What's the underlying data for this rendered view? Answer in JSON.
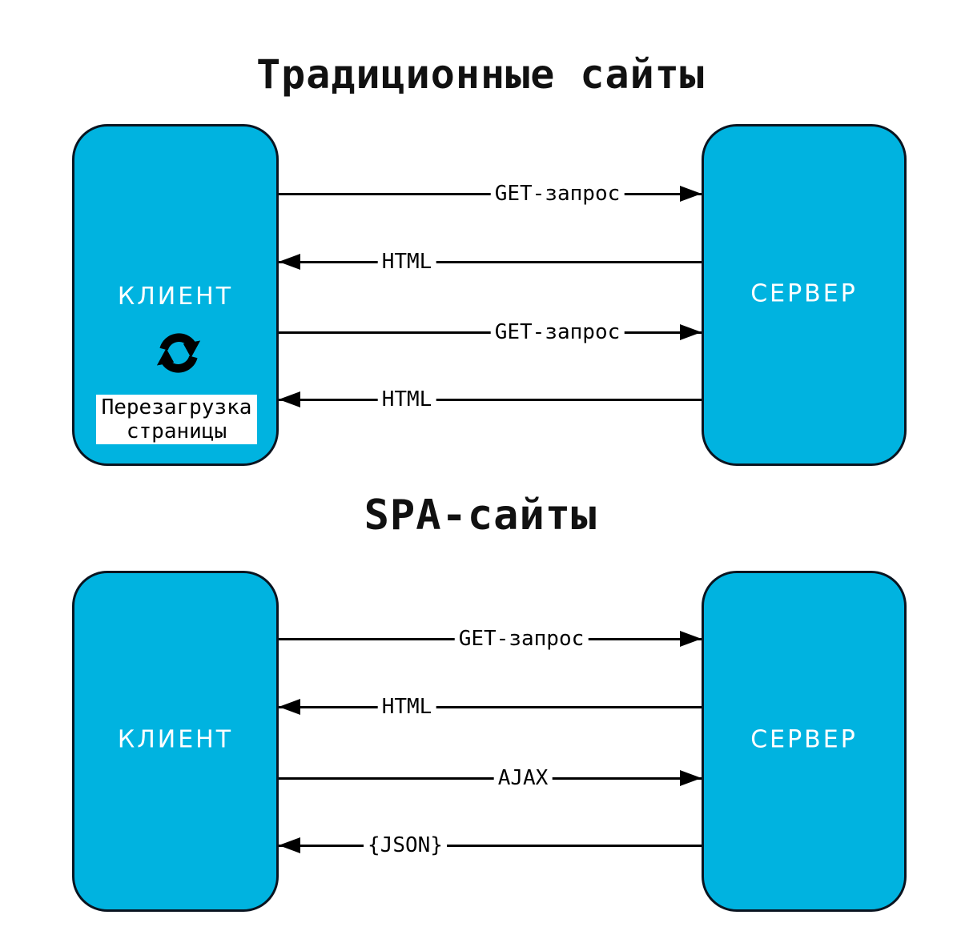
{
  "traditional": {
    "title": "Традиционные сайты",
    "client": {
      "label": "КЛИЕНТ",
      "reload_icon": "refresh-icon",
      "note_line1": "Перезагрузка",
      "note_line2": "страницы"
    },
    "server": {
      "label": "СЕРВЕР"
    },
    "arrows": [
      {
        "label": "GET-запрос",
        "direction": "right",
        "from": "client",
        "to": "server"
      },
      {
        "label": "HTML",
        "direction": "left",
        "from": "server",
        "to": "client"
      },
      {
        "label": "GET-запрос",
        "direction": "right",
        "from": "client",
        "to": "server"
      },
      {
        "label": "HTML",
        "direction": "left",
        "from": "server",
        "to": "client"
      }
    ]
  },
  "spa": {
    "title": "SPA-сайты",
    "client": {
      "label": "КЛИЕНТ"
    },
    "server": {
      "label": "СЕРВЕР"
    },
    "arrows": [
      {
        "label": "GET-запрос",
        "direction": "right",
        "from": "client",
        "to": "server"
      },
      {
        "label": "HTML",
        "direction": "left",
        "from": "server",
        "to": "client"
      },
      {
        "label": "AJAX",
        "direction": "right",
        "from": "client",
        "to": "server"
      },
      {
        "label": "{JSON}",
        "direction": "left",
        "from": "server",
        "to": "client"
      }
    ]
  },
  "colors": {
    "box_fill": "#00b3e0",
    "box_border": "#0a1420",
    "arrow": "#000000",
    "background": "#ffffff",
    "box_label": "#ffffff",
    "note_bg": "#ffffff",
    "note_text": "#000000"
  }
}
